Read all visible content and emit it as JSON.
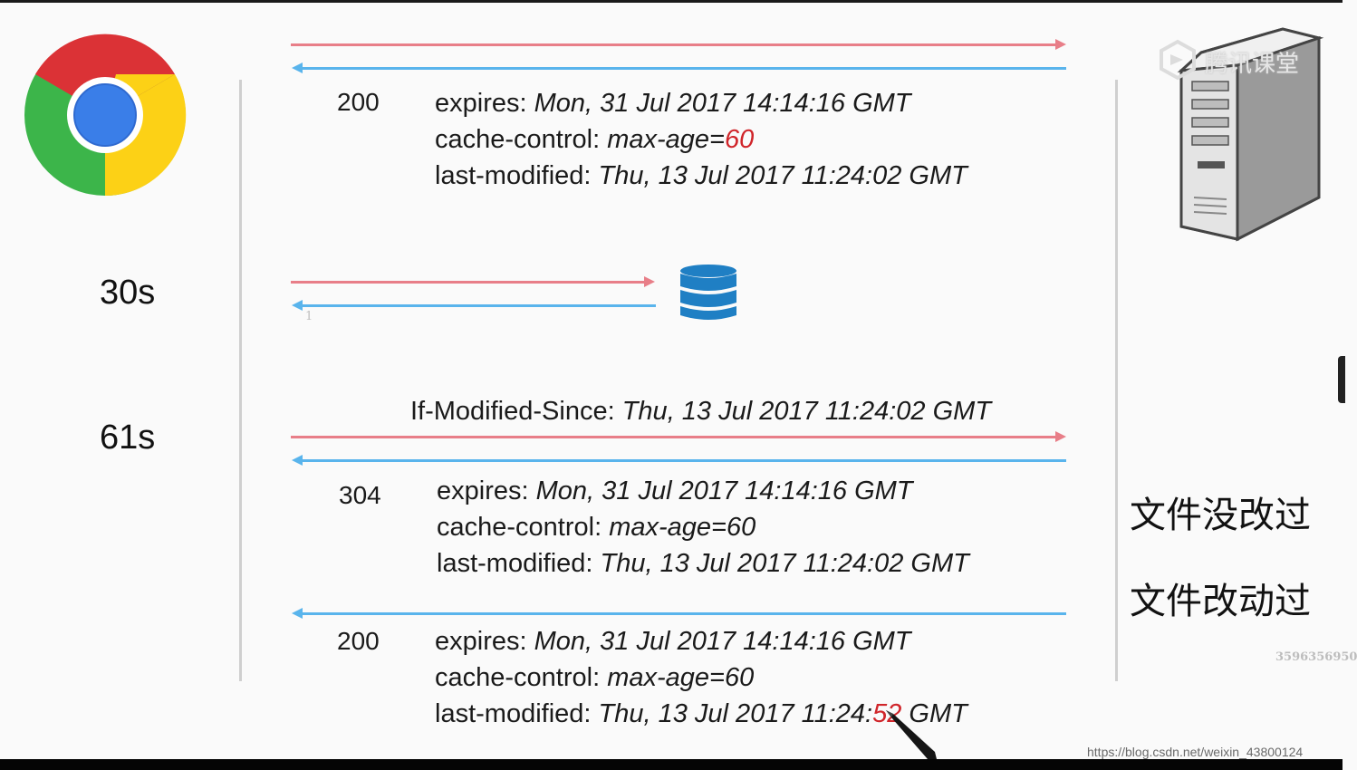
{
  "times": {
    "t1": "30s",
    "t2": "61s"
  },
  "response1": {
    "status": "200",
    "expires_key": "expires:",
    "expires_val": "Mon, 31 Jul 2017 14:14:16 GMT",
    "cc_key": "cache-control:",
    "cc_val": "max-age=",
    "cc_num": "60",
    "lm_key": "last-modified:",
    "lm_val": "Thu, 13 Jul 2017 11:24:02 GMT"
  },
  "cache_small_label": "1",
  "request_header": {
    "key": "If-Modified-Since:",
    "val": "Thu, 13 Jul 2017 11:24:02 GMT"
  },
  "response2": {
    "status": "304",
    "expires_key": "expires:",
    "expires_val": "Mon, 31 Jul 2017 14:14:16 GMT",
    "cc_key": "cache-control:",
    "cc_val": "max-age=60",
    "lm_key": "last-modified:",
    "lm_val": "Thu, 13 Jul 2017 11:24:02 GMT"
  },
  "response3": {
    "status": "200",
    "expires_key": "expires:",
    "expires_val": "Mon, 31 Jul 2017 14:14:16 GMT",
    "cc_key": "cache-control:",
    "cc_val": "max-age=60",
    "lm_key": "last-modified:",
    "lm_val_prefix": "Thu, 13 Jul 2017 11:24:",
    "lm_val_changed": "52",
    "lm_val_suffix": " GMT"
  },
  "notes": {
    "unchanged": "文件没改过",
    "changed": "文件改动过"
  },
  "logo_text": "腾讯课堂",
  "side_watermark": "3596356950",
  "bottom_watermark": "https://blog.csdn.net/weixin_43800124",
  "icons": {
    "browser": "chrome-logo-icon",
    "server": "server-tower-icon",
    "cache": "database-icon"
  },
  "colors": {
    "request_arrow": "#e87e88",
    "response_arrow": "#59b4ec",
    "highlight": "#d0252a"
  }
}
